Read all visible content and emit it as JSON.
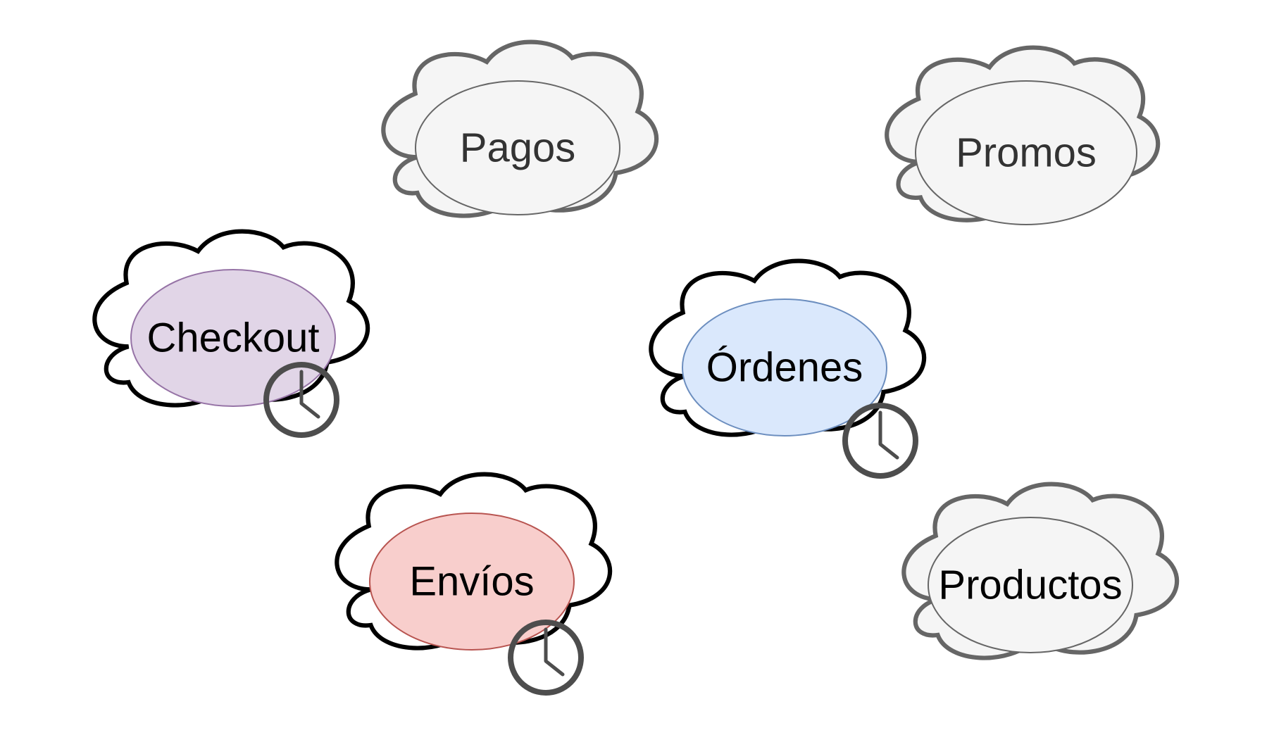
{
  "diagram": {
    "nodes": [
      {
        "id": "pagos",
        "label": "Pagos",
        "clock": false,
        "cloud_fill": "#f5f5f5",
        "cloud_stroke": "#666666",
        "ellipse_fill": "#f5f5f5",
        "ellipse_stroke": "#666666",
        "text_color": "#333333"
      },
      {
        "id": "promos",
        "label": "Promos",
        "clock": false,
        "cloud_fill": "#f5f5f5",
        "cloud_stroke": "#666666",
        "ellipse_fill": "#f5f5f5",
        "ellipse_stroke": "#666666",
        "text_color": "#333333"
      },
      {
        "id": "checkout",
        "label": "Checkout",
        "clock": true,
        "cloud_fill": "#ffffff",
        "cloud_stroke": "#000000",
        "ellipse_fill": "#e1d5e7",
        "ellipse_stroke": "#9673a6",
        "text_color": "#000000"
      },
      {
        "id": "ordenes",
        "label": "Órdenes",
        "clock": true,
        "cloud_fill": "#ffffff",
        "cloud_stroke": "#000000",
        "ellipse_fill": "#dae8fc",
        "ellipse_stroke": "#6c8ebf",
        "text_color": "#000000"
      },
      {
        "id": "envios",
        "label": "Envíos",
        "clock": true,
        "cloud_fill": "#ffffff",
        "cloud_stroke": "#000000",
        "ellipse_fill": "#f8cecc",
        "ellipse_stroke": "#b85450",
        "text_color": "#000000"
      },
      {
        "id": "productos",
        "label": "Productos",
        "clock": false,
        "cloud_fill": "#f5f5f5",
        "cloud_stroke": "#666666",
        "ellipse_fill": "#f5f5f5",
        "ellipse_stroke": "#666666",
        "text_color": "#000000"
      }
    ]
  }
}
